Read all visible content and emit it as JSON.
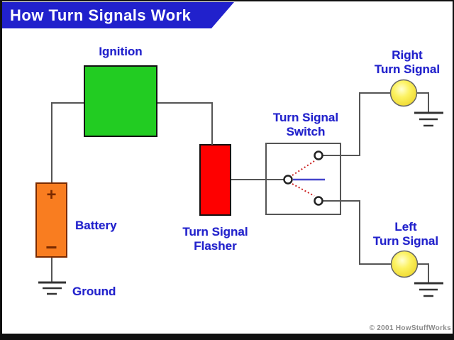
{
  "banner": {
    "title": "How Turn Signals Work",
    "bg_color": "#2121CC",
    "text_color": "#FFFFFF"
  },
  "diagram": {
    "ignition": {
      "label": "Ignition",
      "color": "#22CC22"
    },
    "battery": {
      "label": "Battery",
      "plus": "+",
      "minus": "−",
      "color": "#F97D20",
      "border_color": "#7A2A00"
    },
    "ground": {
      "label": "Ground"
    },
    "flasher": {
      "label_line1": "Turn Signal",
      "label_line2": "Flasher",
      "color": "#FE0000"
    },
    "switch": {
      "label_line1": "Turn Signal",
      "label_line2": "Switch",
      "arm_color": "#4444CC",
      "dotted_color": "#CC2222"
    },
    "right_signal": {
      "label_line1": "Right",
      "label_line2": "Turn Signal",
      "bulb_color": "#F5E03C"
    },
    "left_signal": {
      "label_line1": "Left",
      "label_line2": "Turn Signal",
      "bulb_color": "#F5E03C"
    },
    "wire_color": "#555555",
    "label_color": "#2222CC"
  },
  "footer": {
    "copyright": "© 2001 HowStuffWorks"
  }
}
